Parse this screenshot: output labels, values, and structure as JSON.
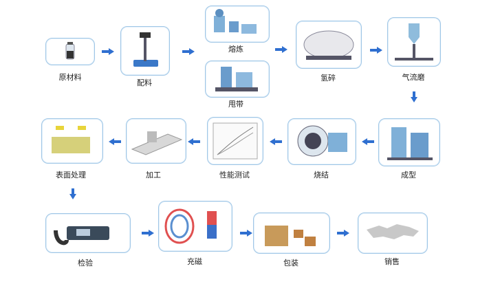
{
  "steps": [
    {
      "id": "raw",
      "label": "原材料"
    },
    {
      "id": "batch",
      "label": "配料"
    },
    {
      "id": "melt",
      "label": "熔炼"
    },
    {
      "id": "strip",
      "label": "甩带"
    },
    {
      "id": "hydro",
      "label": "氢碎"
    },
    {
      "id": "jetmill",
      "label": "气流磨"
    },
    {
      "id": "press",
      "label": "成型"
    },
    {
      "id": "sinter",
      "label": "烧结"
    },
    {
      "id": "test",
      "label": "性能测试"
    },
    {
      "id": "machine",
      "label": "加工"
    },
    {
      "id": "surface",
      "label": "表面处理"
    },
    {
      "id": "inspect",
      "label": "检验"
    },
    {
      "id": "magnetize",
      "label": "充磁"
    },
    {
      "id": "pack",
      "label": "包装"
    },
    {
      "id": "sales",
      "label": "销售"
    }
  ],
  "colors": {
    "arrow": "#2f6fd0",
    "border": "#9fc6e6",
    "machine": "#7fb0d8"
  }
}
